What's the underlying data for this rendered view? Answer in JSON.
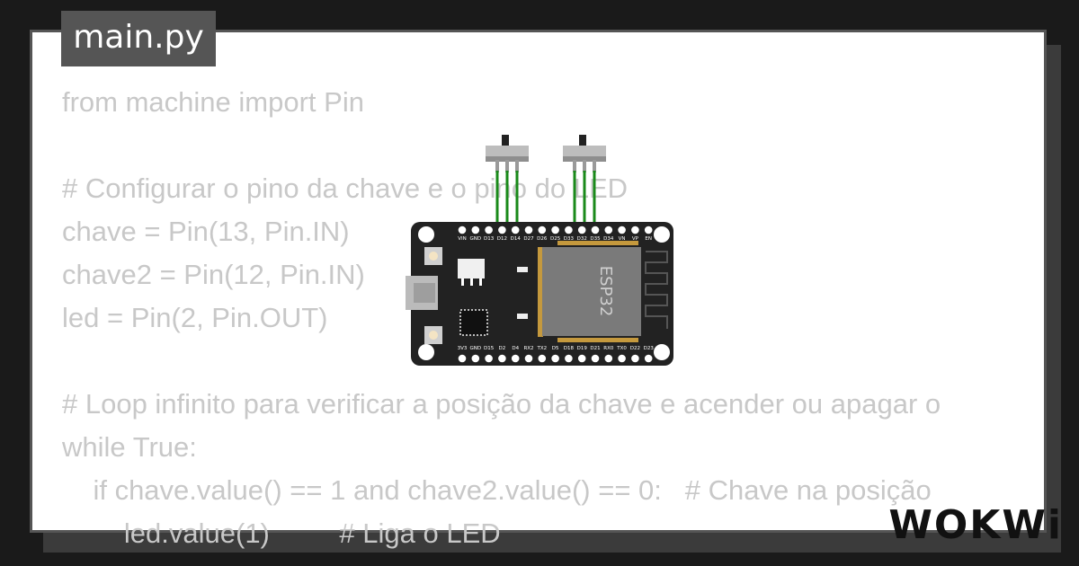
{
  "tab": {
    "filename": "main.py"
  },
  "code_lines": [
    "from machine import Pin",
    "",
    "# Configurar o pino da chave e o pino do LED",
    "chave = Pin(13, Pin.IN)",
    "chave2 = Pin(12, Pin.IN)",
    "led = Pin(2, Pin.OUT)",
    "",
    "# Loop infinito para verificar a posição da chave e acender ou apagar o",
    "while True:",
    "    if chave.value() == 1 and chave2.value() == 0:   # Chave na posição",
    "        led.value(1)         # Liga o LED"
  ],
  "board": {
    "chip_label": "ESP32",
    "top_pins": [
      "VIN",
      "GND",
      "D13",
      "D12",
      "D14",
      "D27",
      "D26",
      "D25",
      "D33",
      "D32",
      "D35",
      "D34",
      "VN",
      "VP",
      "EN"
    ],
    "bottom_pins": [
      "3V3",
      "GND",
      "D15",
      "D2",
      "D4",
      "RX2",
      "TX2",
      "D5",
      "D18",
      "D19",
      "D21",
      "RX0",
      "TX0",
      "D22",
      "D23"
    ]
  },
  "brand": {
    "logo_text": "WOKWi"
  },
  "colors": {
    "background": "#1a1a1a",
    "card": "#ffffff",
    "tab": "#555555",
    "code_text": "#c8c8c8",
    "wire": "#1a8a1a",
    "pcb": "#222222"
  }
}
